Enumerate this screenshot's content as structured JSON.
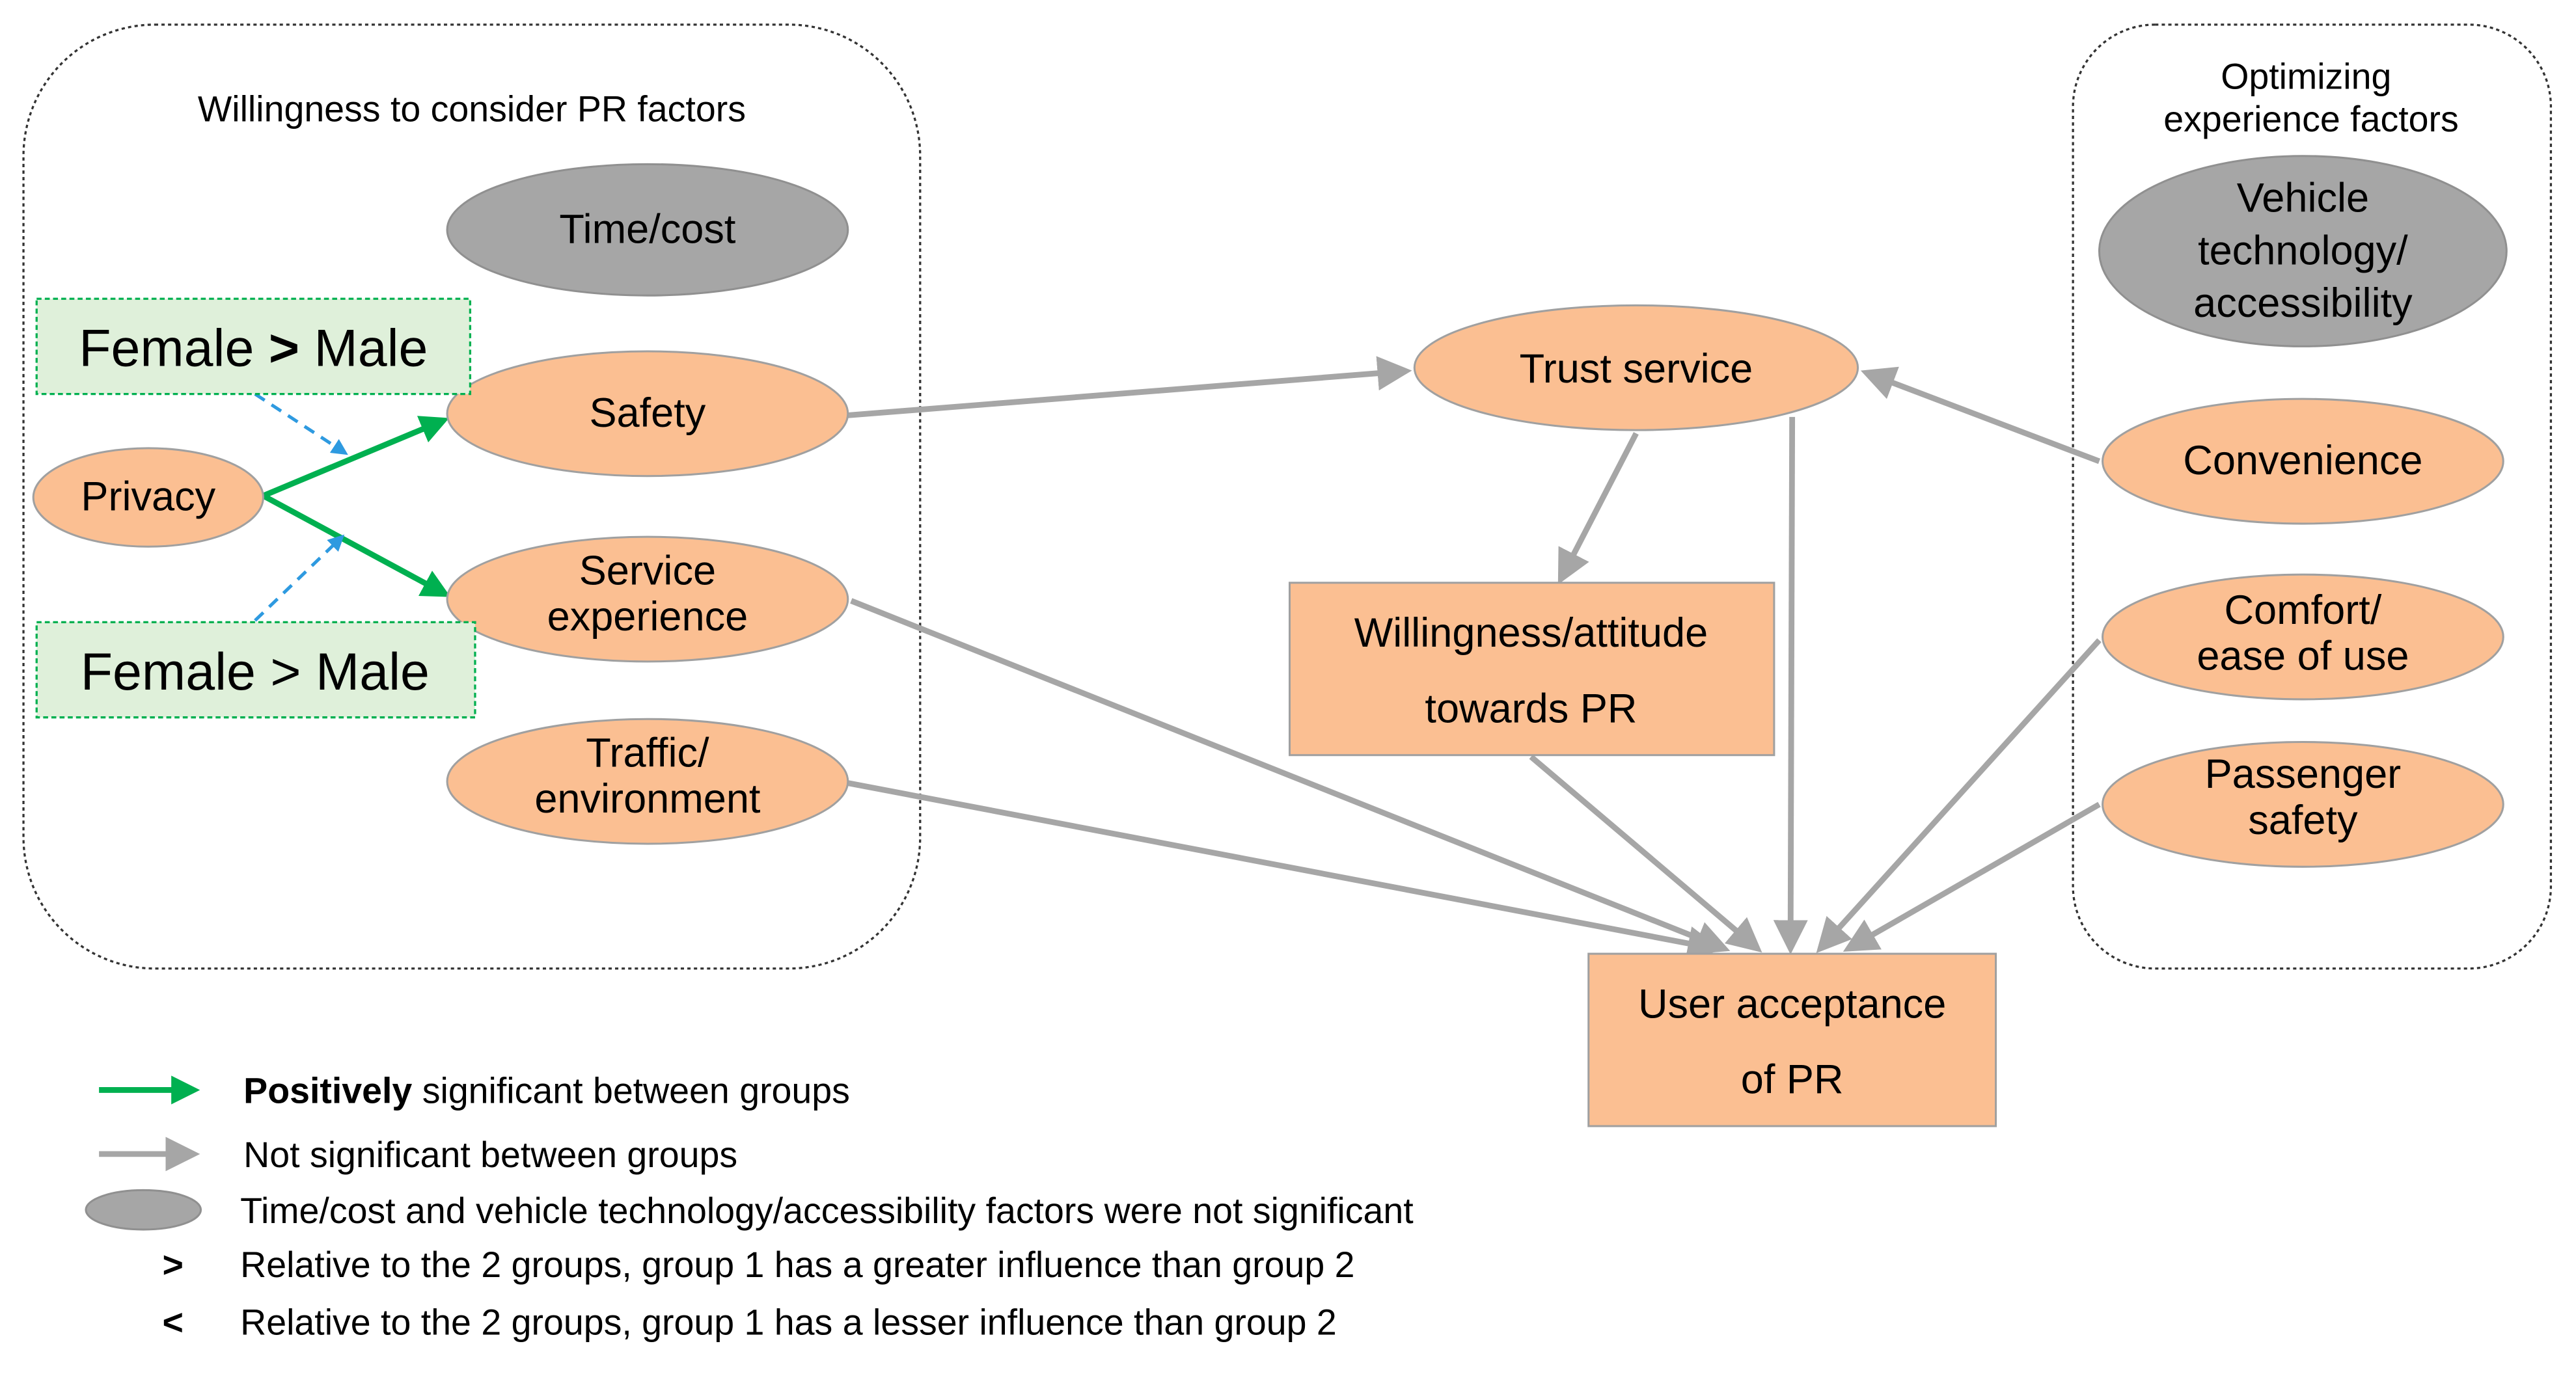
{
  "colors": {
    "node_fill": "#fbbf92",
    "nonsignificant_fill": "#a6a6a6",
    "positive_arrow": "#00b050",
    "neutral_arrow": "#a6a6a6",
    "moderator_arrow": "#2e9ae0",
    "moderator_box": "#dff0da"
  },
  "left_group": {
    "title": "Willingness to consider PR factors"
  },
  "right_group": {
    "title_lines": [
      "Optimizing",
      "experience factors"
    ]
  },
  "nodes": {
    "time_cost": "Time/cost",
    "safety": "Safety",
    "privacy": "Privacy",
    "service_experience": [
      "Service",
      "experience"
    ],
    "traffic_environment": [
      "Traffic/",
      "environment"
    ],
    "trust_service": "Trust service",
    "willingness_attitude": [
      "Willingness/attitude",
      "towards PR"
    ],
    "user_acceptance": [
      "User acceptance",
      "of PR"
    ],
    "vehicle_technology": [
      "Vehicle",
      "technology/",
      "accessibility"
    ],
    "convenience": "Convenience",
    "comfort": [
      "Comfort/",
      "ease of use"
    ],
    "passenger_safety": [
      "Passenger",
      "safety"
    ]
  },
  "moderators": [
    {
      "left": "Female",
      "symbol": ">",
      "right": "Male"
    },
    {
      "left": "Female",
      "symbol": ">",
      "right": "Male"
    }
  ],
  "legend": {
    "positive_bold": "Positively",
    "positive_rest": " significant between groups",
    "not_significant": "Not significant between groups",
    "gray_factors": "Time/cost and vehicle technology/accessibility factors were not significant",
    "greater_symbol": ">",
    "greater_text": "Relative to the 2 groups, group 1 has a greater influence than group 2",
    "lesser_symbol": "<",
    "lesser_text": "Relative to the 2 groups, group 1 has a lesser influence than group 2"
  }
}
